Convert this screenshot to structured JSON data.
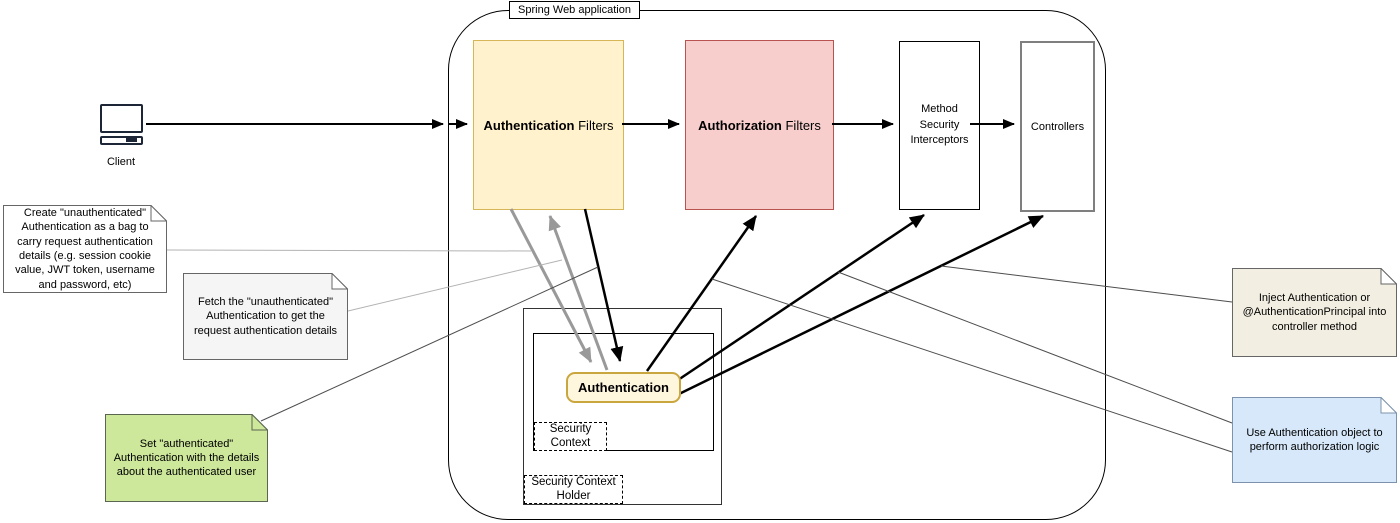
{
  "container": {
    "label": "Spring Web application"
  },
  "client": {
    "label": "Client"
  },
  "boxes": {
    "auth_filters": {
      "bold": "Authentication",
      "rest": " Filters"
    },
    "authz_filters": {
      "bold": "Authorization",
      "rest": " Filters"
    },
    "method_security": {
      "label": "Method Security Interceptors"
    },
    "controllers": {
      "label": "Controllers"
    }
  },
  "security": {
    "authentication": "Authentication",
    "context": "Security Context",
    "holder": "Security Context Holder"
  },
  "notes": {
    "create": "Create \"unauthenticated\" Authentication as a bag to carry request authentication details (e.g. session cookie value, JWT token, username and password, etc)",
    "fetch": "Fetch the \"unauthenticated\" Authentication to get the request authentication details",
    "set": "Set \"authenticated\" Authentication with the details about the authenticated user",
    "inject": "Inject Authentication or @AuthenticationPrincipal into controller method",
    "use": "Use Authentication object to perform authorization logic"
  },
  "colors": {
    "auth_filters_fill": "#FFF2CC",
    "auth_filters_border": "#D6B656",
    "authz_filters_fill": "#F8CECC",
    "authz_filters_border": "#B85450",
    "note_green_fill": "#CDE79B",
    "note_cream_fill": "#F2EFE2",
    "note_blue_fill": "#D6E8FA",
    "note_gray_fill": "#F5F5F5",
    "gray_arrow": "#999999"
  }
}
